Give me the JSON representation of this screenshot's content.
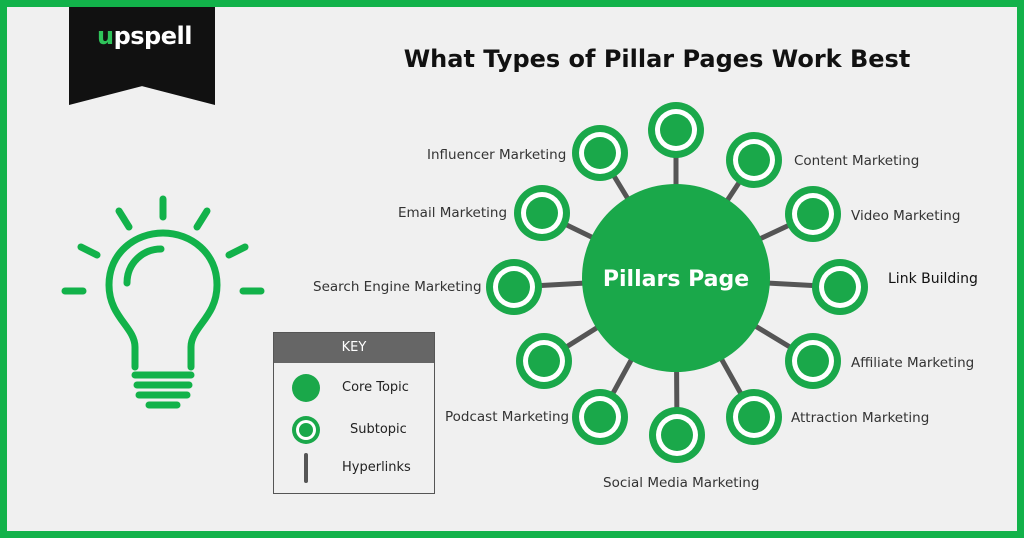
{
  "header": {
    "logo_text_accent": "u",
    "logo_text_main": "pspell",
    "title": "What Types of Pillar Pages Work Best"
  },
  "diagram": {
    "core_label": "Pillars Page",
    "subtopics": [
      {
        "label": "Influencer Marketing"
      },
      {
        "label": ""
      },
      {
        "label": "Content Marketing"
      },
      {
        "label": "Email Marketing"
      },
      {
        "label": "Video Marketing"
      },
      {
        "label": "Search Engine Marketing"
      },
      {
        "label": "Link Building"
      },
      {
        "label": "Affiliate Marketing"
      },
      {
        "label": "Podcast Marketing"
      },
      {
        "label": "Attraction Marketing"
      },
      {
        "label": "Social Media Marketing"
      }
    ]
  },
  "key": {
    "title": "KEY",
    "items": [
      {
        "label": "Core Topic",
        "icon": "core-topic-icon"
      },
      {
        "label": "Subtopic",
        "icon": "subtopic-icon"
      },
      {
        "label": "Hyperlinks",
        "icon": "hyperlink-icon"
      }
    ]
  },
  "colors": {
    "brand_green": "#12b24a",
    "node_green": "#1aa84a",
    "link_gray": "#555555",
    "logo_bg": "#111111"
  }
}
